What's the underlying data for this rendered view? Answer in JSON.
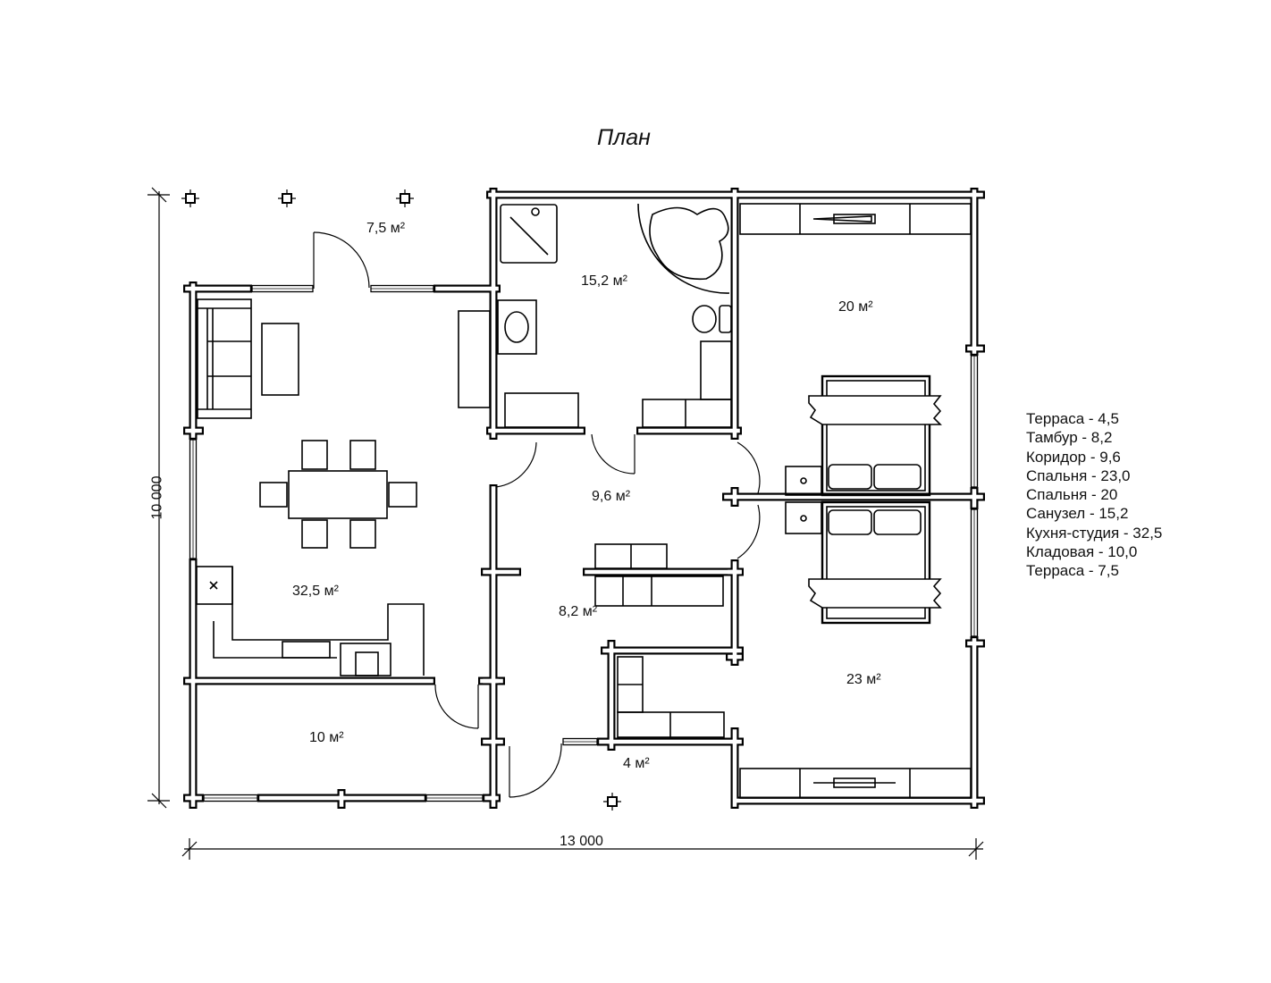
{
  "title": "План",
  "rooms": [
    {
      "id": "terrace-front",
      "label": "7,5 м²"
    },
    {
      "id": "bathroom",
      "label": "15,2 м²"
    },
    {
      "id": "bedroom-top",
      "label": "20 м²"
    },
    {
      "id": "corridor",
      "label": "9,6 м²"
    },
    {
      "id": "kitchen-studio",
      "label": "32,5 м²"
    },
    {
      "id": "vestibule",
      "label": "8,2 м²"
    },
    {
      "id": "bedroom-bottom",
      "label": "23 м²"
    },
    {
      "id": "storage",
      "label": "10 м²"
    },
    {
      "id": "terrace-entry",
      "label": "4 м²"
    }
  ],
  "dimensions": {
    "height": "10 000",
    "width": "13 000"
  },
  "legend": [
    "Терраса - 4,5",
    "Тамбур - 8,2",
    "Коридор - 9,6",
    "Спальня - 23,0",
    "Спальня - 20",
    "Санузел - 15,2",
    "Кухня-студия - 32,5",
    "Кладовая - 10,0",
    "Терраса - 7,5"
  ]
}
